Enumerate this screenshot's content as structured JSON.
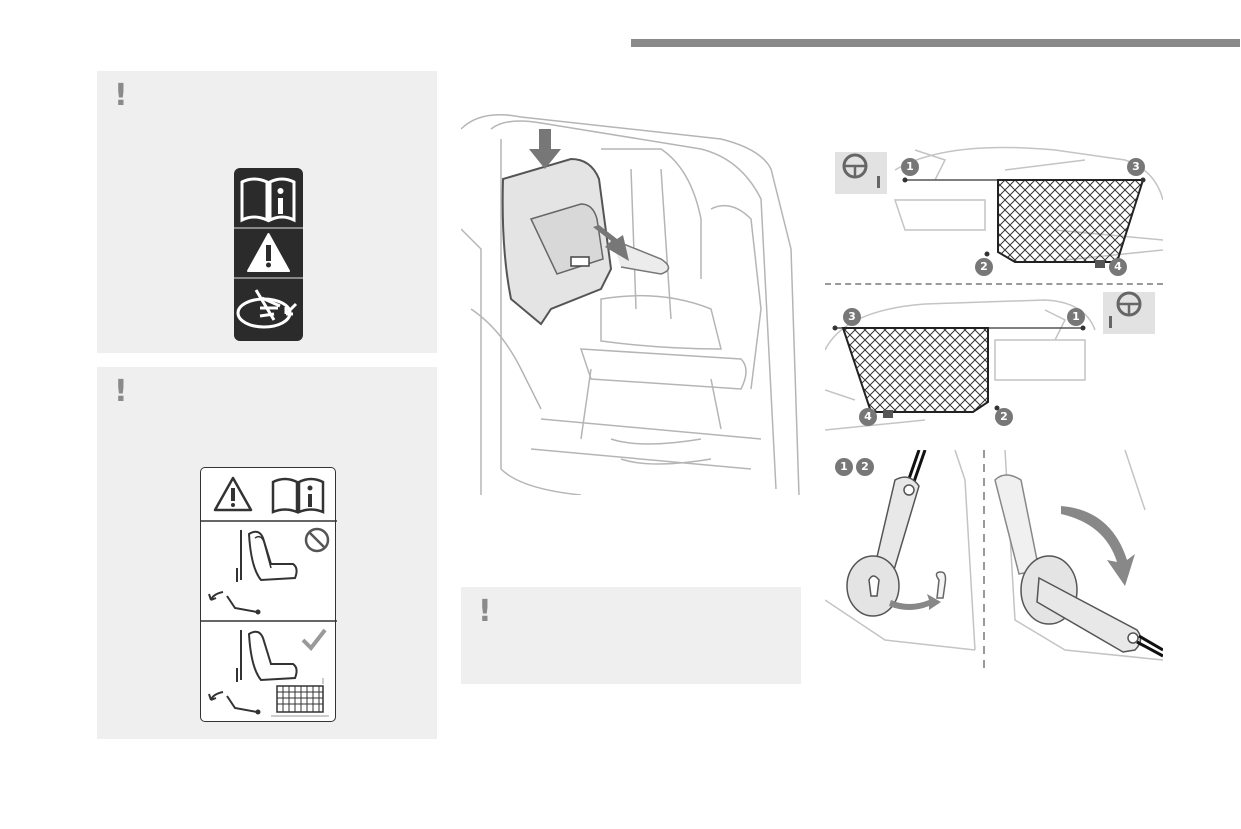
{
  "notes": [
    {
      "mark": "!"
    },
    {
      "mark": "!"
    },
    {
      "mark": "!"
    }
  ],
  "net_steps": {
    "top": [
      "1",
      "2",
      "3",
      "4"
    ],
    "middle": [
      "3",
      "1",
      "4",
      "2"
    ],
    "hook": [
      "1",
      "2"
    ]
  },
  "labels": {
    "dark_label_icons": [
      "book-info-icon",
      "warning-triangle-icon",
      "airbag-seat-icon"
    ],
    "white_label_icons": [
      "warning-triangle-icon",
      "book-info-icon",
      "seat-no-net-icon",
      "seat-with-net-icon"
    ]
  }
}
